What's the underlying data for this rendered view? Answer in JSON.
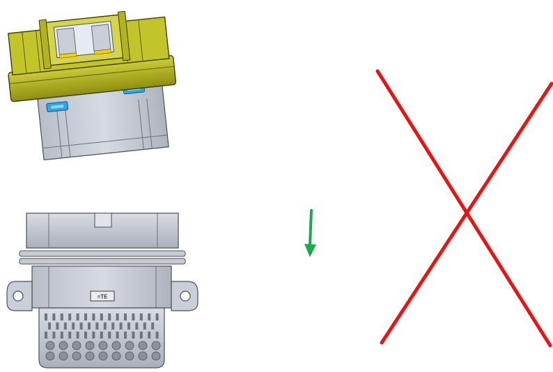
{
  "diagram": {
    "top_part": {
      "name": "connector-tilted-with-lock",
      "housing_color": "#b7b81c",
      "body_color": "#c9cfd8",
      "clip_color": "#2aa9e6",
      "accent_color": "#f2d300"
    },
    "bottom_part": {
      "name": "connector-front-flanged",
      "body_color": "#c9cfd8",
      "brand_text": "≡TE"
    },
    "direction_arrow": {
      "color": "#1aa84a",
      "direction": "down"
    },
    "cross_mark": {
      "color": "#ee1111"
    }
  }
}
